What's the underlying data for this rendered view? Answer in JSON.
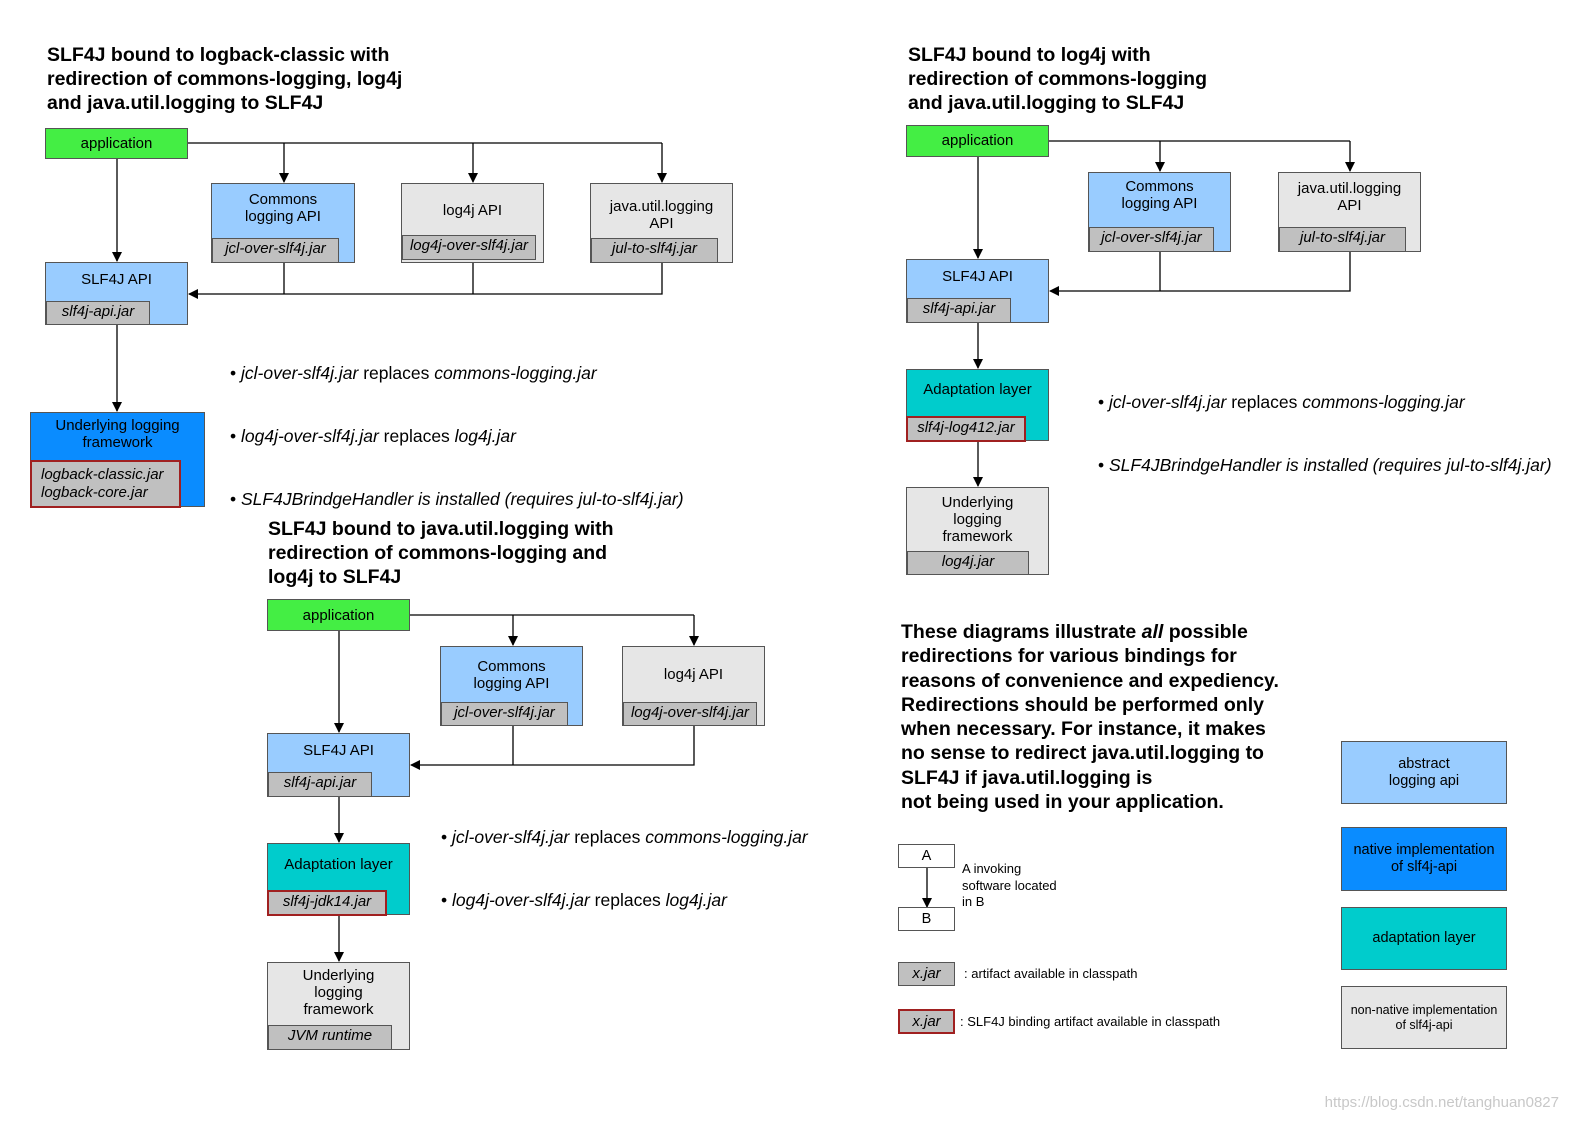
{
  "diagram1": {
    "title": "SLF4J bound to logback-classic with\nredirection of commons-logging, log4j\nand java.util.logging to SLF4J",
    "application": "application",
    "commons": "Commons\nlogging API",
    "commons_jar": "jcl-over-slf4j.jar",
    "log4j": "log4j API",
    "log4j_jar": "log4j-over-slf4j.jar",
    "jul": "java.util.logging\nAPI",
    "jul_jar": "jul-to-slf4j.jar",
    "slf4j": "SLF4J API",
    "slf4j_jar": "slf4j-api.jar",
    "underlying": "Underlying logging\nframework",
    "underlying_jar": "logback-classic.jar\nlogback-core.jar",
    "notes": [
      {
        "a": "jcl-over-slf4j.jar",
        "b": " replaces ",
        "c": "commons-logging.jar"
      },
      {
        "a": "log4j-over-slf4j.jar",
        "b": " replaces ",
        "c": "log4j.jar"
      },
      {
        "a": "SLF4JBrindgeHandler is installed (requires jul-to-slf4j.jar)",
        "b": "",
        "c": ""
      }
    ]
  },
  "diagram2": {
    "title": "SLF4J bound to log4j with\nredirection of commons-logging\nand java.util.logging to SLF4J",
    "application": "application",
    "commons": "Commons\nlogging API",
    "commons_jar": "jcl-over-slf4j.jar",
    "jul": "java.util.logging\nAPI",
    "jul_jar": "jul-to-slf4j.jar",
    "slf4j": "SLF4J API",
    "slf4j_jar": "slf4j-api.jar",
    "adaptation": "Adaptation layer",
    "adaptation_jar": "slf4j-log412.jar",
    "underlying": "Underlying\nlogging\nframework",
    "underlying_jar": "log4j.jar",
    "notes": [
      {
        "a": "jcl-over-slf4j.jar",
        "b": " replaces ",
        "c": "commons-logging.jar"
      },
      {
        "a": "SLF4JBrindgeHandler is installed (requires jul-to-slf4j.jar)",
        "b": "",
        "c": ""
      }
    ]
  },
  "diagram3": {
    "title": "SLF4J bound to java.util.logging with\nredirection of commons-logging and\nlog4j to SLF4J",
    "application": "application",
    "commons": "Commons\nlogging API",
    "commons_jar": "jcl-over-slf4j.jar",
    "log4j": "log4j API",
    "log4j_jar": "log4j-over-slf4j.jar",
    "slf4j": "SLF4J API",
    "slf4j_jar": "slf4j-api.jar",
    "adaptation": "Adaptation layer",
    "adaptation_jar": "slf4j-jdk14.jar",
    "underlying": "Underlying\nlogging\nframework",
    "underlying_jar": "JVM runtime",
    "notes": [
      {
        "a": "jcl-over-slf4j.jar",
        "b": " replaces ",
        "c": "commons-logging.jar"
      },
      {
        "a": "log4j-over-slf4j.jar",
        "b": " replaces ",
        "c": "log4j.jar"
      }
    ]
  },
  "explanation": {
    "pre": "These diagrams illustrate ",
    "em": "all",
    "post": " possible\nredirections for various bindings for\nreasons of convenience and expediency.\nRedirections should be performed only\nwhen necessary. For instance, it makes\nno sense to redirect java.util.logging to\nSLF4J if java.util.logging is\nnot being used in your application."
  },
  "legend": {
    "a": "A",
    "b": "B",
    "invoking": "A invoking\nsoftware located\nin B",
    "jar": "x.jar",
    "jar_desc": ": artifact available in classpath",
    "binding_jar": "x.jar",
    "binding_desc": ": SLF4J binding artifact available in classpath",
    "abstract": "abstract\nlogging api",
    "native": "native implementation\nof slf4j-api",
    "adaptation": "adaptation layer",
    "nonnative": "non-native implementation\nof slf4j-api"
  },
  "colors": {
    "application": "#44ee44",
    "abstract_api": "#99ccff",
    "native": "#0a8cff",
    "adaptation": "#00cccc",
    "nonnative": "#e6e6e6",
    "jar": "#c0c0c0",
    "binding_border": "#a02020"
  },
  "watermark": "https://blog.csdn.net/tanghuan0827"
}
